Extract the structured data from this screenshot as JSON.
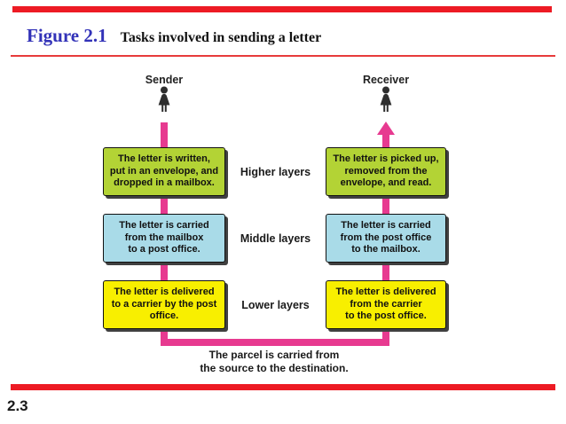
{
  "header": {
    "figure_label": "Figure 2.1",
    "figure_title": "Tasks involved in sending a letter"
  },
  "footer": {
    "slide_number": "2.3"
  },
  "diagram": {
    "sender_label": "Sender",
    "receiver_label": "Receiver",
    "layers": [
      {
        "label": "Higher layers",
        "box_color": "#b3d335",
        "sender_lines": [
          "The letter is written,",
          "put in an envelope, and",
          "dropped in a mailbox."
        ],
        "receiver_lines": [
          "The letter is picked up,",
          "removed from the",
          "envelope, and read."
        ]
      },
      {
        "label": "Middle layers",
        "box_color": "#a9dbe8",
        "sender_lines": [
          "The letter is carried",
          "from the mailbox",
          "to a post office."
        ],
        "receiver_lines": [
          "The letter is carried",
          "from the post office",
          "to the mailbox."
        ]
      },
      {
        "label": "Lower layers",
        "box_color": "#f8ef00",
        "sender_lines": [
          "The letter is delivered",
          "to a carrier by the post",
          "office."
        ],
        "receiver_lines": [
          "The letter is delivered",
          "from the carrier",
          "to the post office."
        ]
      }
    ],
    "bottom_caption_lines": [
      "The parcel is carried from",
      "the source to the destination."
    ]
  },
  "colors": {
    "accent_red": "#ed1b24",
    "figure_label_blue": "#3232b8",
    "arrow_pink": "#e73a90",
    "higher_layer_green": "#b3d335",
    "middle_layer_blue": "#a9dbe8",
    "lower_layer_yellow": "#f8ef00",
    "box_shadow_gray": "#404040",
    "person_icon_dark": "#2e2e2e"
  }
}
